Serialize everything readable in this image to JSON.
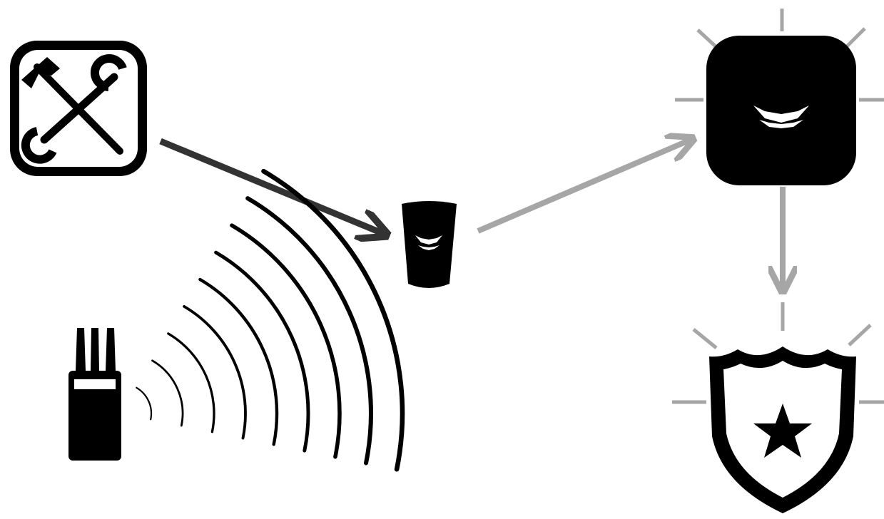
{
  "diagram": {
    "nodes": [
      {
        "id": "tools",
        "icon": "hammer-wrench-icon"
      },
      {
        "id": "detector",
        "icon": "motion-detector-icon"
      },
      {
        "id": "hub",
        "icon": "alarm-hub-icon"
      },
      {
        "id": "jammer",
        "icon": "radio-jammer-icon"
      },
      {
        "id": "police",
        "icon": "police-badge-icon"
      }
    ],
    "edges": [
      {
        "from": "tools",
        "to": "detector",
        "color": "#333333"
      },
      {
        "from": "detector",
        "to": "hub",
        "color": "#a6a6a6"
      },
      {
        "from": "hub",
        "to": "police",
        "color": "#a6a6a6"
      }
    ],
    "signal": {
      "from": "jammer",
      "to": "detector",
      "arcs": 9
    },
    "colors": {
      "icon": "#000000",
      "alert_rays": "#a6a6a6",
      "background": "#ffffff"
    }
  }
}
